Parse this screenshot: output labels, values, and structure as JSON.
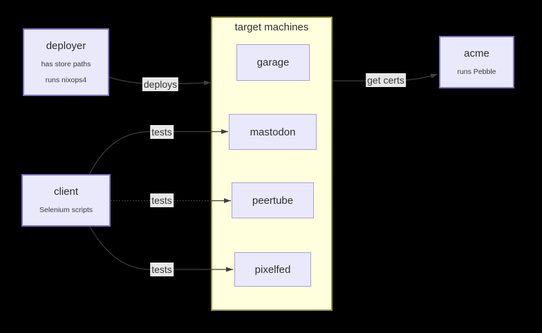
{
  "cluster": {
    "label": "target machines"
  },
  "nodes": {
    "deployer": {
      "title": "deployer",
      "subtitle1": "has store paths",
      "subtitle2": "runs nixops4"
    },
    "client": {
      "title": "client",
      "subtitle1": "Selenium scripts"
    },
    "acme": {
      "title": "acme",
      "subtitle1": "runs Pebble"
    }
  },
  "machines": [
    {
      "label": "garage"
    },
    {
      "label": "mastodon"
    },
    {
      "label": "peertube"
    },
    {
      "label": "pixelfed"
    }
  ],
  "edges": [
    {
      "from": "deployer",
      "to": "target machines",
      "label": "deploys"
    },
    {
      "from": "client",
      "to": "mastodon",
      "label": "tests"
    },
    {
      "from": "client",
      "to": "peertube",
      "label": "tests"
    },
    {
      "from": "client",
      "to": "pixelfed",
      "label": "tests"
    },
    {
      "from": "target machines",
      "to": "acme",
      "label": "get certs"
    }
  ],
  "colors": {
    "background": "#000000",
    "node_fill": "#E9E9FB",
    "outer_node_border": "#8172C7",
    "inner_node_border": "#A89FD9",
    "cluster_fill": "#FFFFDE",
    "cluster_border": "#90903C",
    "edge": "#3F3F3F",
    "edge_label_background": "#E8E8E8",
    "text": "#2E2E2E"
  }
}
